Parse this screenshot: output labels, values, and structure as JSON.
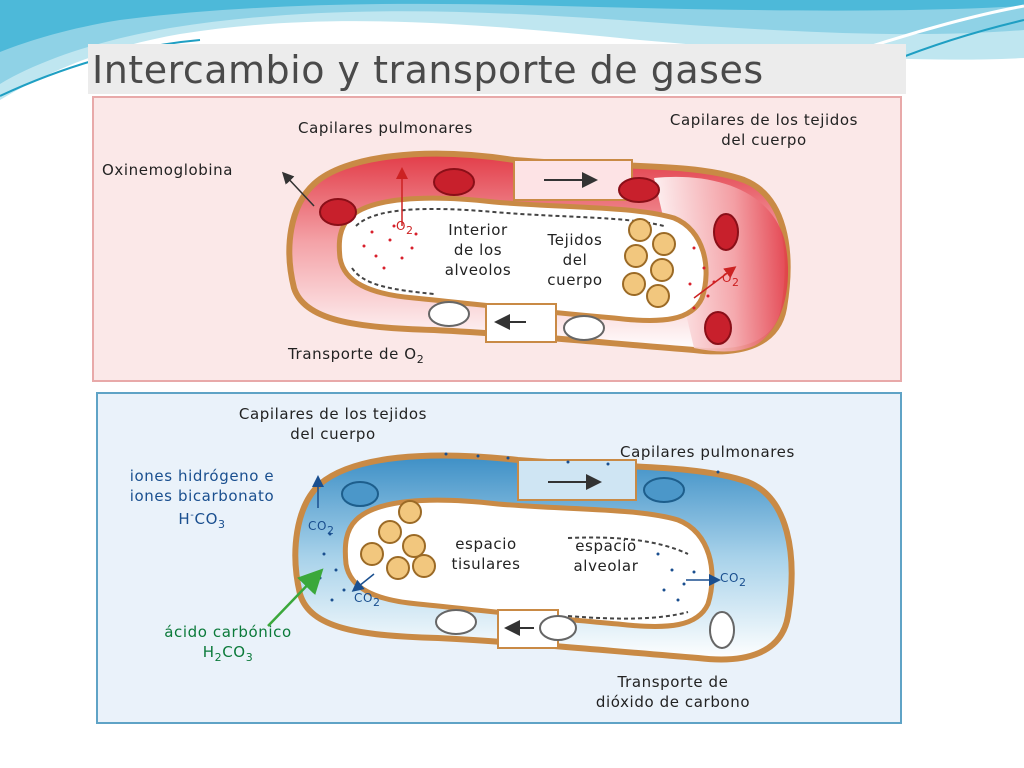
{
  "slide": {
    "title": "Intercambio y transporte de gases"
  },
  "panel_o2": {
    "label_capilares_pulmonares": "Capilares pulmonares",
    "label_capilares_tejidos_l1": "Capilares de los tejidos",
    "label_capilares_tejidos_l2": "del cuerpo",
    "label_oxinemoglobina": "Oxinemoglobina",
    "label_interior_l1": "Interior",
    "label_interior_l2": "de los",
    "label_interior_l3": "alveolos",
    "label_tejidos_l1": "Tejidos",
    "label_tejidos_l2": "del",
    "label_tejidos_l3": "cuerpo",
    "o2_base": "O",
    "o2_sub": "2",
    "caption_text": "Transporte de O",
    "caption_sub": "2"
  },
  "panel_co2": {
    "label_capilares_tejidos_l1": "Capilares de los tejidos",
    "label_capilares_tejidos_l2": "del cuerpo",
    "label_capilares_pulmonares": "Capilares pulmonares",
    "label_iones_l1": "iones hidrógeno e",
    "label_iones_l2": "iones bicarbonato",
    "hco3_h": "H",
    "hco3_sup": "-",
    "hco3_co": "CO",
    "hco3_sub": "3",
    "co2_base": "CO",
    "co2_sub": "2",
    "label_espacio_tisulares_l1": "espacio",
    "label_espacio_tisulares_l2": "tisulares",
    "label_espacio_alveolar_l1": "espacio",
    "label_espacio_alveolar_l2": "alveolar",
    "label_acido_l1": "ácido carbónico",
    "h2co3_h": "H",
    "h2co3_sub1": "2",
    "h2co3_co": "CO",
    "h2co3_sub2": "3",
    "caption_l1": "Transporte de",
    "caption_l2": "dióxido de carbono"
  },
  "colors": {
    "o2_panel_bg": "#fbe8e8",
    "o2_panel_border": "#e8a9a9",
    "co2_panel_bg": "#eaf2fa",
    "co2_panel_border": "#5fa3c6",
    "capillary_red": "#e4474f",
    "capillary_blue": "#3d8fc6",
    "vessel_wall": "#c98a45",
    "cell_fill": "#f2c77e",
    "accent_green": "#3ba83b"
  }
}
